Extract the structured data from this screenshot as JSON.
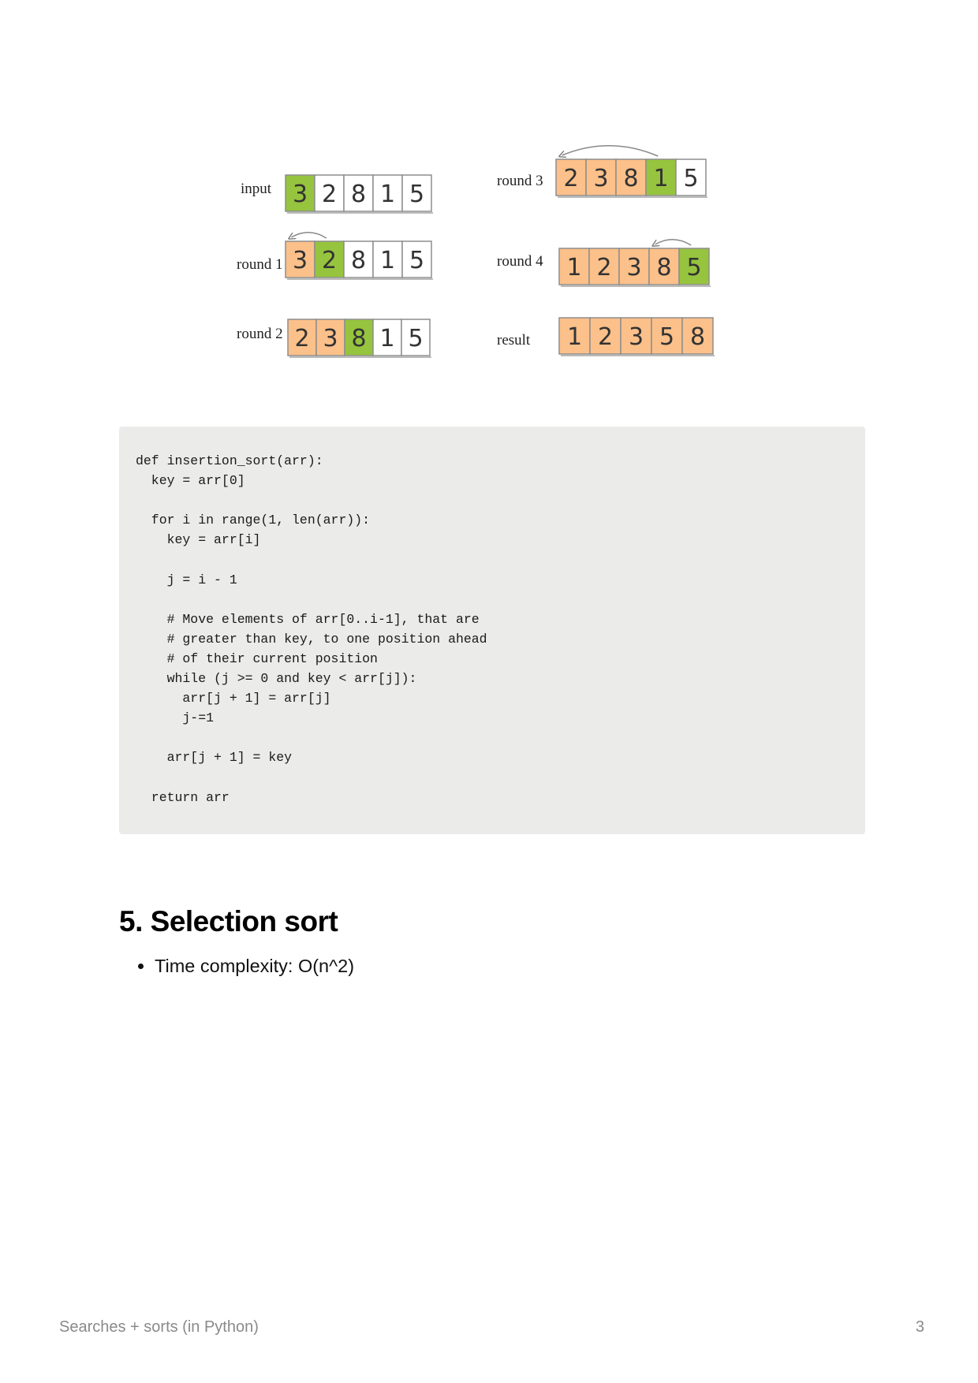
{
  "figure": {
    "colors": {
      "sorted": "#fcc08a",
      "current": "#96c43e",
      "unsorted": "#ffffff",
      "border": "#8d8d8d"
    },
    "steps": [
      {
        "label": "input",
        "values": [
          "3",
          "2",
          "8",
          "1",
          "5"
        ],
        "states": [
          "current",
          "unsorted",
          "unsorted",
          "unsorted",
          "unsorted"
        ],
        "arrow": "none"
      },
      {
        "label": "round 1",
        "values": [
          "3",
          "2",
          "8",
          "1",
          "5"
        ],
        "states": [
          "sorted",
          "current",
          "unsorted",
          "unsorted",
          "unsorted"
        ],
        "arrow": "left"
      },
      {
        "label": "round 2",
        "values": [
          "2",
          "3",
          "8",
          "1",
          "5"
        ],
        "states": [
          "sorted",
          "sorted",
          "current",
          "unsorted",
          "unsorted"
        ],
        "arrow": "none"
      },
      {
        "label": "round 3",
        "values": [
          "2",
          "3",
          "8",
          "1",
          "5"
        ],
        "states": [
          "sorted",
          "sorted",
          "sorted",
          "current",
          "unsorted"
        ],
        "arrow": "left"
      },
      {
        "label": "round 4",
        "values": [
          "1",
          "2",
          "3",
          "8",
          "5"
        ],
        "states": [
          "sorted",
          "sorted",
          "sorted",
          "sorted",
          "current"
        ],
        "arrow": "left"
      },
      {
        "label": "result",
        "values": [
          "1",
          "2",
          "3",
          "5",
          "8"
        ],
        "states": [
          "sorted",
          "sorted",
          "sorted",
          "sorted",
          "sorted"
        ],
        "arrow": "none"
      }
    ]
  },
  "code": {
    "lines": [
      "def insertion_sort(arr):",
      "  key = arr[0]",
      "",
      "  for i in range(1, len(arr)):",
      "    key = arr[i]",
      "",
      "    j = i - 1",
      "",
      "    # Move elements of arr[0..i-1], that are",
      "    # greater than key, to one position ahead",
      "    # of their current position",
      "    while (j >= 0 and key < arr[j]):",
      "      arr[j + 1] = arr[j]",
      "      j-=1",
      "",
      "    arr[j + 1] = key",
      "",
      "  return arr"
    ]
  },
  "section": {
    "heading": "5. Selection sort",
    "bullets": [
      "Time complexity: O(n^2)"
    ]
  },
  "footer": {
    "title": "Searches + sorts (in Python)",
    "page": "3"
  }
}
